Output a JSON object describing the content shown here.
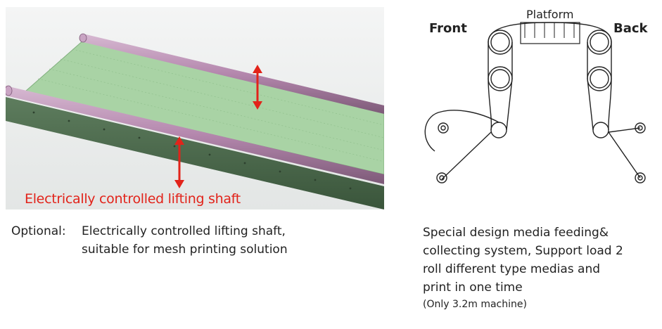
{
  "left_figure": {
    "overlay_text": "Electrically controlled lifting shaft",
    "caption_prefix": "Optional:",
    "caption_line1": "Electrically controlled lifting shaft,",
    "caption_line2": "suitable for mesh printing solution"
  },
  "right_figure": {
    "label_front": "Front",
    "label_back": "Back",
    "label_platform": "Platform",
    "caption_lines": [
      "Special design media feeding&",
      "collecting system, Support load 2",
      "roll different type medias and",
      "print in one time"
    ],
    "caption_note": "(Only 3.2m machine)"
  },
  "colors": {
    "arrow": "#e2231a",
    "bed": "#a7d2a4",
    "rail": "#b487ad",
    "frame": "#4b6a4c"
  }
}
